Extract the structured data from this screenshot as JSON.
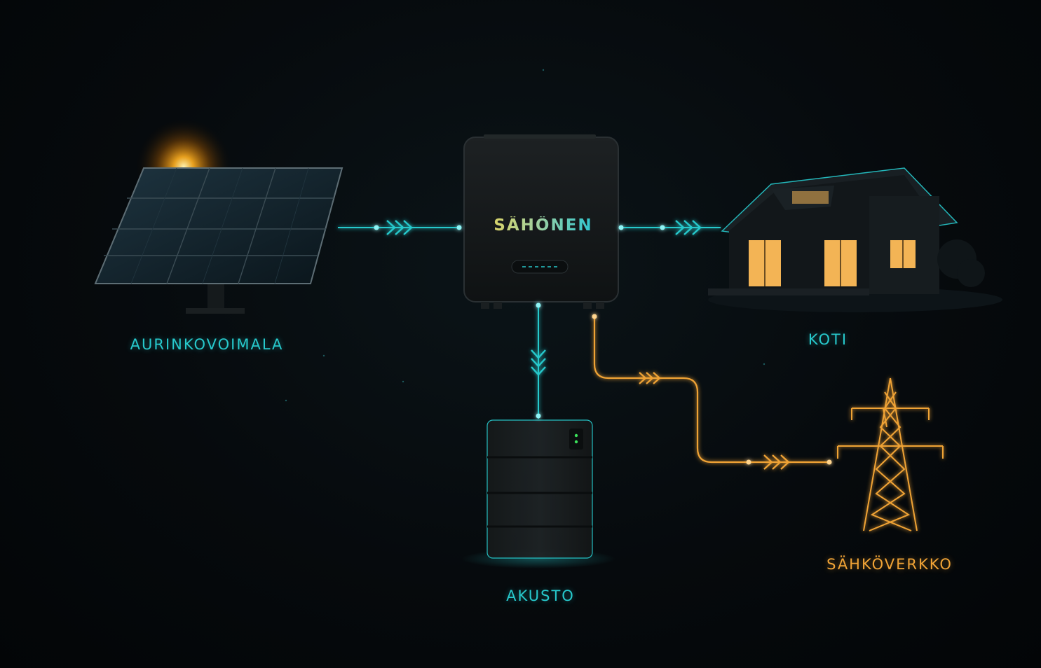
{
  "brand": "SÄHÖNEN",
  "nodes": {
    "solar": "AURINKOVOIMALA",
    "home": "KOTI",
    "battery": "AKUSTO",
    "grid": "SÄHKÖVERKKO"
  },
  "colors": {
    "background": "#05090c",
    "teal_flow": "#27c9cc",
    "amber_flow": "#f0a336",
    "window_light": "#f3b455",
    "sun_glow": "#ffb020"
  }
}
